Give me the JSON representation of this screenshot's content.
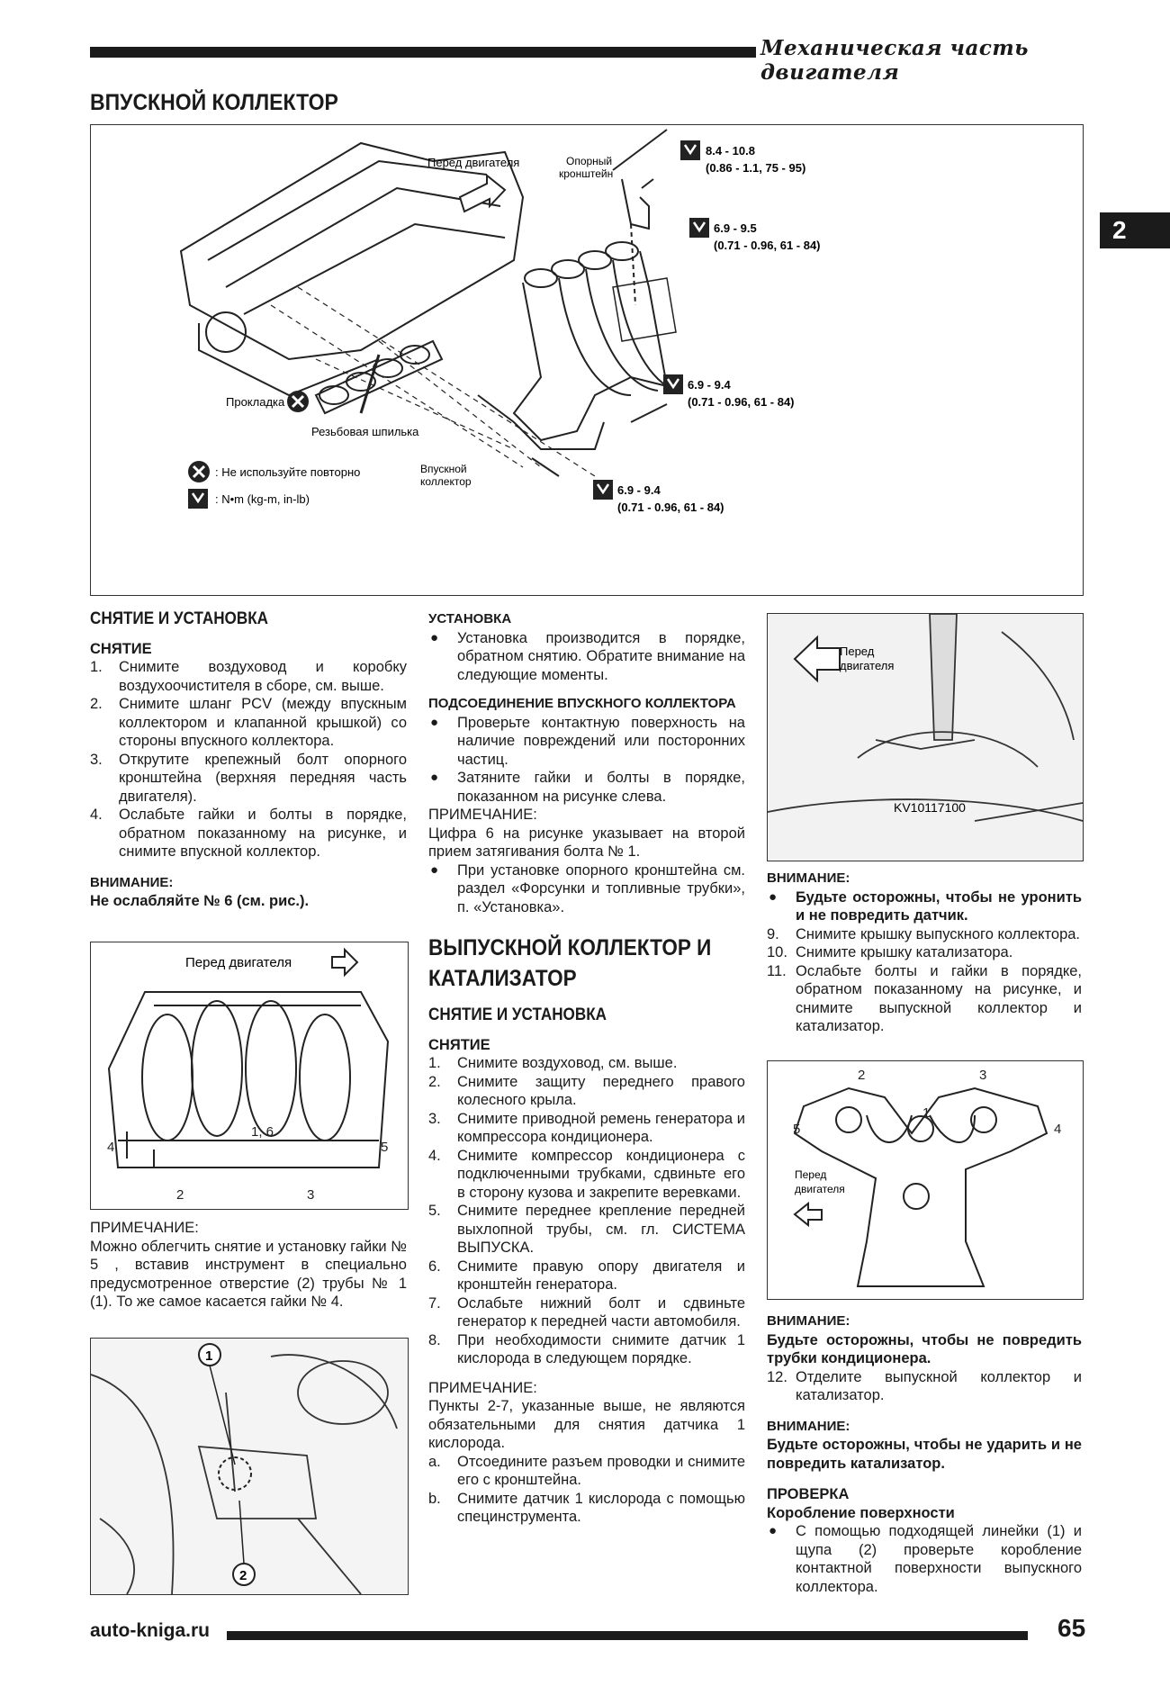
{
  "header": {
    "running_title": "Механическая часть двигателя",
    "chapter_tab": "2"
  },
  "main_title": "ВПУСКНОЙ КОЛЛЕКТОР",
  "diagram": {
    "front_label": "Перед двигателя",
    "support_bracket": "Опорный кронштейн",
    "gasket": "Прокладка",
    "stud": "Резьбовая шпилька",
    "manifold": "Впускной коллектор",
    "legend_no_reuse": ": Не используйте повторно",
    "legend_torque": ": N•m  (kg-m,  in-lb)",
    "torque1_a": "8.4 - 10.8",
    "torque1_b": "(0.86 - 1.1, 75 - 95)",
    "torque2_a": "6.9 - 9.5",
    "torque2_b": "(0.71 - 0.96, 61 - 84)",
    "torque3_a": "6.9 - 9.4",
    "torque3_b": "(0.71 - 0.96, 61 - 84)",
    "torque4_a": "6.9 - 9.4",
    "torque4_b": "(0.71 - 0.96, 61 - 84)"
  },
  "col1": {
    "heading": "СНЯТИЕ И УСТАНОВКА",
    "sub": "СНЯТИЕ",
    "steps": [
      {
        "n": "1.",
        "t": "Снимите воздуховод и коробку воздухоочистителя в сборе, см. выше."
      },
      {
        "n": "2.",
        "t": "Снимите шланг PCV (между впускным коллектором и клапанной крышкой) со стороны впускного коллектора."
      },
      {
        "n": "3.",
        "t": "Открутите крепежный болт опорного кронштейна (верхняя передняя часть двигателя)."
      },
      {
        "n": "4.",
        "t": "Ослабьте гайки и болты в порядке, обратном показанному на рисунке, и снимите впускной коллектор."
      }
    ],
    "caution_label": "ВНИМАНИЕ:",
    "caution_text": "Не ослабляйте № 6 (см. рис.).",
    "fig2_front": "Перед двигателя",
    "note_label": "ПРИМЕЧАНИЕ:",
    "note_text": "Можно облегчить снятие и установку гайки № 5 , вставив инструмент в специально предусмотренное отверстие (2) трубы № 1 (1). То же самое касается гайки № 4."
  },
  "col2": {
    "h_install": "УСТАНОВКА",
    "install_bullet": "Установка производится в порядке, обратном снятию. Обратите внимание на следующие моменты.",
    "h_connect": "ПОДСОЕДИНЕНИЕ ВПУСКНОГО КОЛЛЕКТОРА",
    "connect_b1": "Проверьте контактную поверхность на наличие повреждений или посторонних частиц.",
    "connect_b2": "Затяните гайки и болты в порядке, показанном на рисунке слева.",
    "note_label": "ПРИМЕЧАНИЕ:",
    "note_text": "Цифра 6 на рисунке указывает на второй прием затягивания болта № 1.",
    "bracket_b": "При установке опорного кронштейна см. раздел «Форсунки и топливные трубки», п. «Установка».",
    "h_exhaust": "ВЫПУСКНОЙ КОЛЛЕКТОР И КАТАЛИЗАТОР",
    "h_remove_install": "СНЯТИЕ И УСТАНОВКА",
    "h_remove": "СНЯТИЕ",
    "steps": [
      {
        "n": "1.",
        "t": "Снимите воздуховод, см. выше."
      },
      {
        "n": "2.",
        "t": "Снимите защиту переднего правого колесного крыла."
      },
      {
        "n": "3.",
        "t": "Снимите приводной ремень генератора и компрессора кондиционера."
      },
      {
        "n": "4.",
        "t": "Снимите компрессор кондиционера с подключенными трубками, сдвиньте его в сторону кузова и закрепите веревками."
      },
      {
        "n": "5.",
        "t": "Снимите переднее крепление передней выхлопной трубы, см. гл. СИСТЕМА ВЫПУСКА."
      },
      {
        "n": "6.",
        "t": "Снимите правую опору двигателя и кронштейн генератора."
      },
      {
        "n": "7.",
        "t": "Ослабьте нижний болт и сдвиньте генератор к передней части автомобиля."
      },
      {
        "n": "8.",
        "t": "При необходимости снимите датчик 1 кислорода в следующем порядке."
      }
    ],
    "note2_label": "ПРИМЕЧАНИЕ:",
    "note2_text": "Пункты 2-7, указанные выше, не являются обязательными для снятия датчика 1 кислорода.",
    "sub_steps": [
      {
        "n": "a.",
        "t": "Отсоедините разъем проводки и снимите его с кронштейна."
      },
      {
        "n": "b.",
        "t": "Снимите датчик 1 кислорода с помощью специнструмента."
      }
    ]
  },
  "col3": {
    "photo_front": "Перед двигателя",
    "tool_code": "KV10117100",
    "caution1_label": "ВНИМАНИЕ:",
    "caution1_text": "Будьте осторожны, чтобы не уронить и не повредить датчик.",
    "steps": [
      {
        "n": "9.",
        "t": "Снимите крышку выпускного коллектора."
      },
      {
        "n": "10.",
        "t": "Снимите крышку катализатора."
      },
      {
        "n": "11.",
        "t": "Ослабьте болты и гайки в порядке, обратном показанному на рисунке, и снимите выпускной коллектор и катализатор."
      }
    ],
    "fig_front": "Перед двигателя",
    "caution2_label": "ВНИМАНИЕ:",
    "caution2_text": "Будьте осторожны, чтобы не повредить трубки кондиционера.",
    "step12_n": "12.",
    "step12_t": "Отделите выпускной коллектор и катализатор.",
    "caution3_label": "ВНИМАНИЕ:",
    "caution3_text": "Будьте осторожны, чтобы не ударить и не повредить катализатор.",
    "h_check": "ПРОВЕРКА",
    "h_warp": "Коробление поверхности",
    "check_b": "С помощью подходящей линейки (1) и щупа (2) проверьте коробление контактной поверхности выпускного коллектора."
  },
  "footer": {
    "site": "auto-kniga.ru",
    "page": "65"
  }
}
